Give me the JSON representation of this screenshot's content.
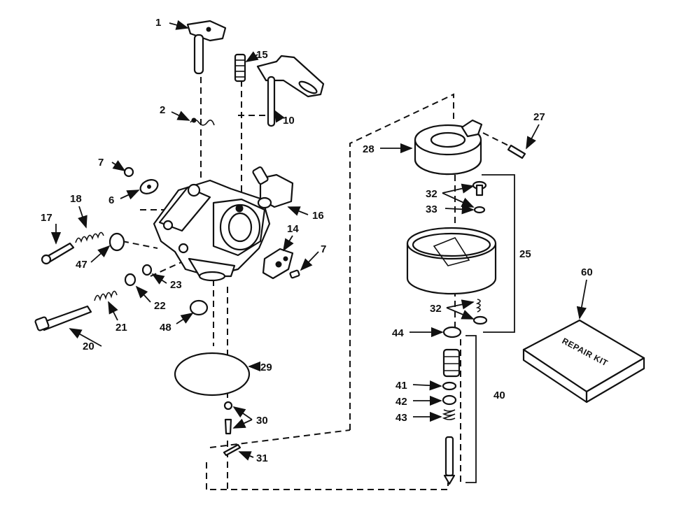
{
  "callouts": {
    "p1": "1",
    "p2": "2",
    "p6": "6",
    "p7a": "7",
    "p7b": "7",
    "p10": "10",
    "p14": "14",
    "p15": "15",
    "p16": "16",
    "p17": "17",
    "p18": "18",
    "p20": "20",
    "p21": "21",
    "p22": "22",
    "p23": "23",
    "p25": "25",
    "p27": "27",
    "p28": "28",
    "p29": "29",
    "p30": "30",
    "p31": "31",
    "p32a": "32",
    "p32b": "32",
    "p33": "33",
    "p40": "40",
    "p41": "41",
    "p42": "42",
    "p43": "43",
    "p44": "44",
    "p47": "47",
    "p48": "48",
    "p60": "60"
  },
  "repair_kit": {
    "label": "REPAIR KIT"
  }
}
